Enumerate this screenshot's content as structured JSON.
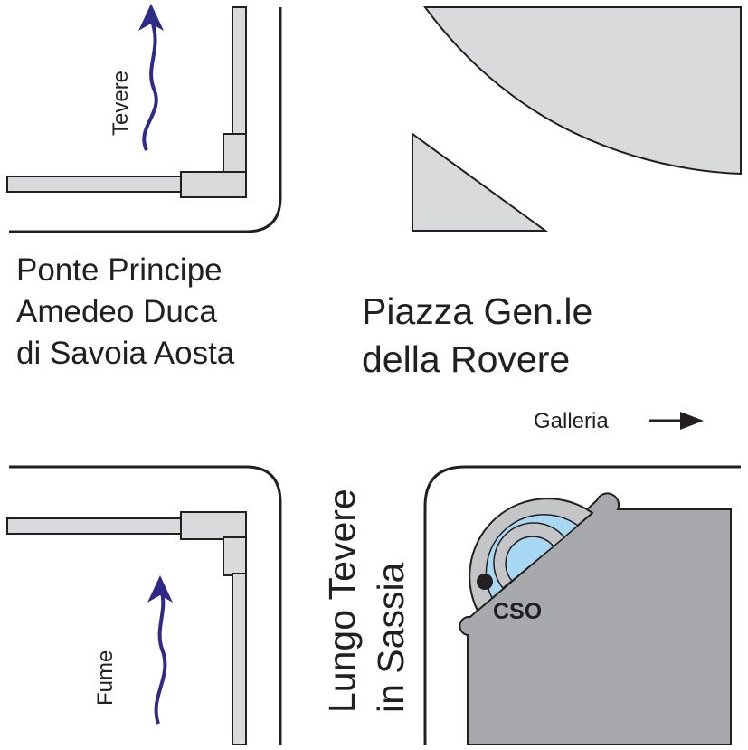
{
  "labels": {
    "river_top": "Tevere",
    "river_bottom": "Fume",
    "bridge_line1": "Ponte Principe",
    "bridge_line2": "Amedeo Duca",
    "bridge_line3": "di Savoia Aosta",
    "piazza_line1": "Piazza Gen.le",
    "piazza_line2": "della Rovere",
    "galleria": "Galleria",
    "lungotevere_line1": "Lungo Tevere",
    "lungotevere_line2": "in Sassia",
    "cso": "CSO"
  },
  "colors": {
    "road_line": "#231f20",
    "pipe_fill": "#d9dadb",
    "block_fill": "#a7a9ac",
    "plaza_fill": "#d9dadb",
    "cso_water": "#a9d8f5",
    "cso_ring": "#c3c5c7",
    "arrow_blue": "#2e2a86"
  },
  "icons": {
    "river_flow": "wavy-arrow-icon",
    "direction": "right-arrow-icon",
    "cso_marker": "dot-icon"
  }
}
